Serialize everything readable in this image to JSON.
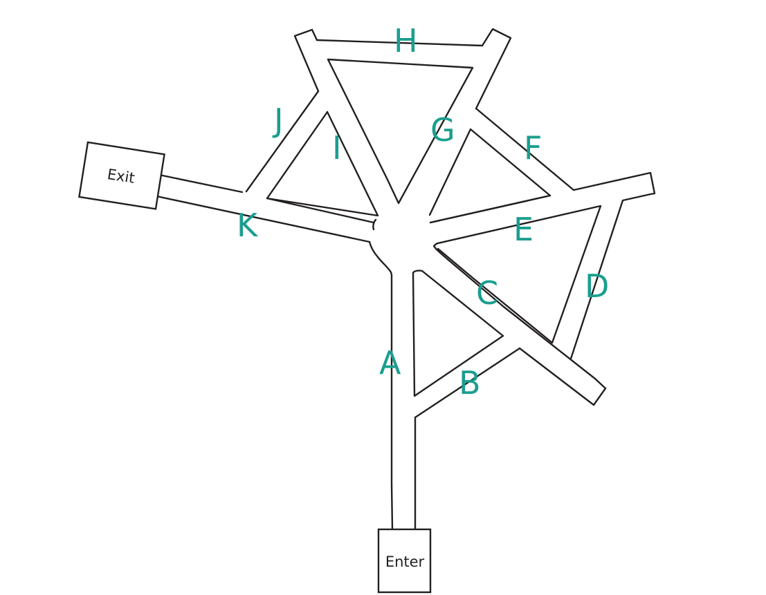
{
  "colors": {
    "label": "#1a9e8f",
    "line": "#231f20",
    "background": "#ffffff"
  },
  "boxes": {
    "exit": "Exit",
    "enter": "Enter"
  },
  "path_labels": {
    "A": "A",
    "B": "B",
    "C": "C",
    "D": "D",
    "E": "E",
    "F": "F",
    "G": "G",
    "H": "H",
    "I": "I",
    "J": "J",
    "K": "K"
  }
}
